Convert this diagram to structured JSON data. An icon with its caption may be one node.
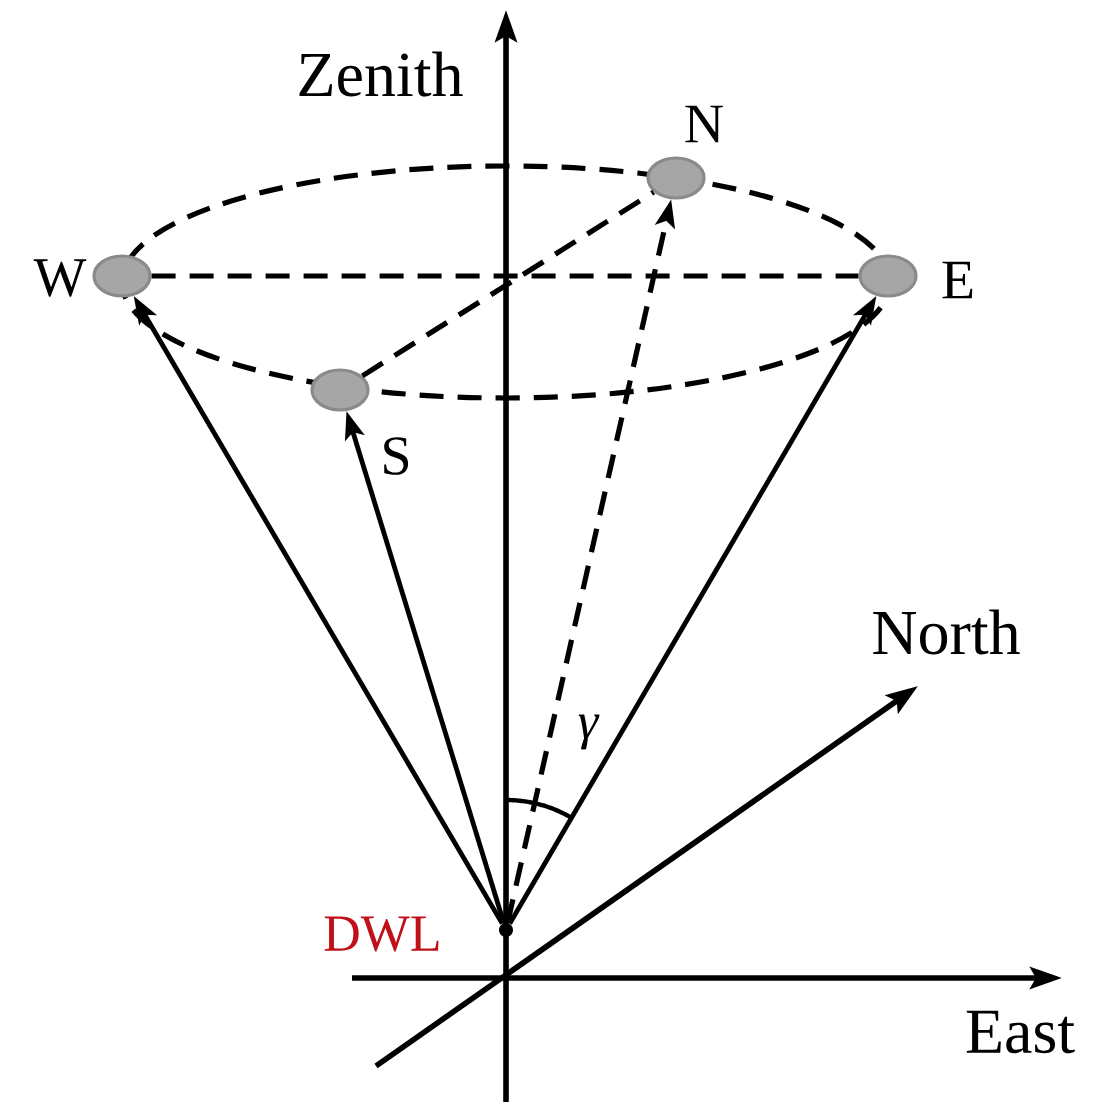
{
  "diagram": {
    "nodes": [
      {
        "text": [],
        "shape": "circle",
        "beside": [
          "W"
        ]
      },
      {
        "text": [],
        "shape": "circle",
        "beside": [
          "S"
        ]
      },
      {
        "text": [],
        "shape": "circle",
        "beside": [
          "N"
        ]
      },
      {
        "text": [],
        "shape": "circle",
        "beside": [
          "E"
        ]
      },
      {
        "text": [],
        "shape": "dot",
        "beside": [
          "DWL"
        ]
      }
    ],
    "edges": [
      {
        "from": 4,
        "to": 0,
        "arrow": "to"
      },
      {
        "from": 4,
        "to": 1,
        "arrow": "to"
      },
      {
        "from": 4,
        "to": 2,
        "arrow": "to",
        "style": "dashed"
      },
      {
        "from": 4,
        "to": 3,
        "arrow": "to"
      },
      {
        "from": 0,
        "to": 3,
        "arrow": "none",
        "style": "dashed"
      },
      {
        "from": 1,
        "to": 2,
        "arrow": "none",
        "style": "dashed"
      }
    ],
    "labels": [
      "Zenith",
      "North",
      "γ",
      "East"
    ]
  }
}
